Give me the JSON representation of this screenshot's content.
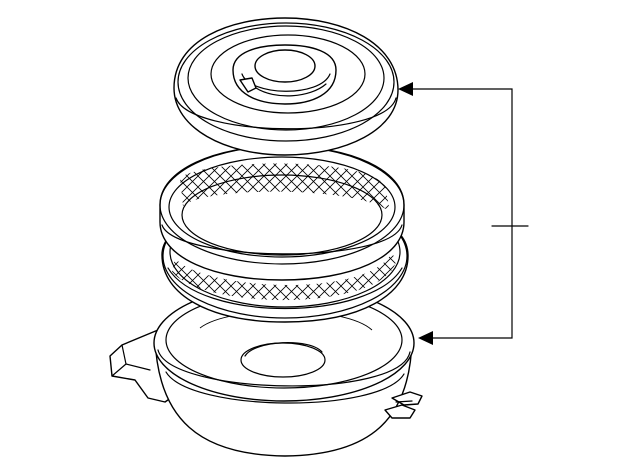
{
  "diagram": {
    "parts": [
      {
        "name": "air-cleaner-cover"
      },
      {
        "name": "air-filter-element"
      },
      {
        "name": "air-cleaner-housing"
      }
    ],
    "callout": {
      "label": "",
      "arrow_targets": [
        "air-cleaner-cover",
        "air-cleaner-housing"
      ]
    },
    "colors": {
      "line": "#000000",
      "background": "#ffffff"
    }
  }
}
